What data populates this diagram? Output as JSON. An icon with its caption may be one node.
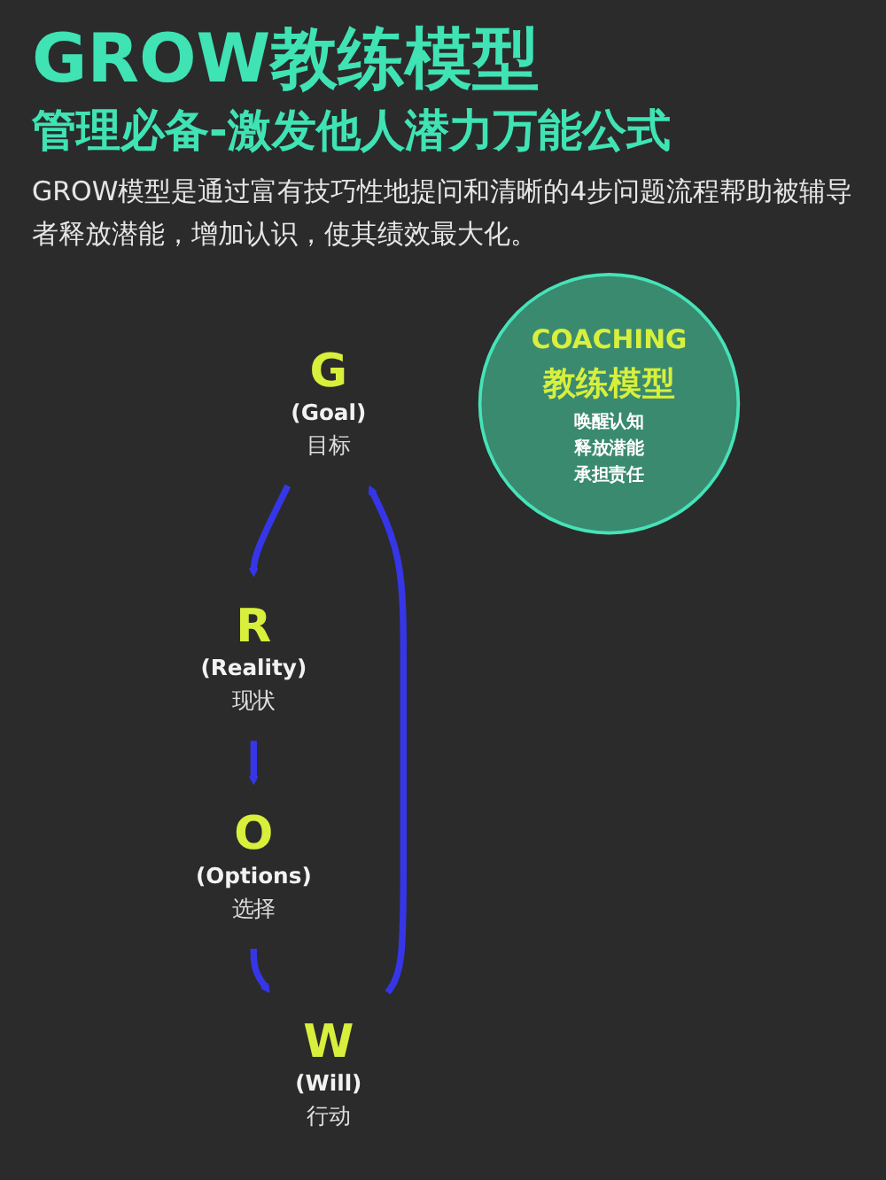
{
  "diagram": {
    "title": "GROW教练模型",
    "nodes": [
      {
        "text": [
          "G",
          "(Goal)",
          "目标"
        ]
      },
      {
        "text": [
          "COACHING",
          "教练模型",
          "唤醒认知",
          "释放潜能",
          "承担责任"
        ]
      },
      {
        "text": [
          "W",
          "(Will)",
          "行动"
        ]
      },
      {
        "text": [
          "R",
          "(Reality)",
          "现状"
        ]
      },
      {
        "text": [
          "O",
          "(Options)",
          "选择"
        ]
      }
    ],
    "edges": [
      {
        "from": 0,
        "to": 3,
        "arrow": "to"
      },
      {
        "from": 3,
        "to": 4,
        "arrow": "to"
      },
      {
        "from": 4,
        "to": 2,
        "arrow": "to"
      },
      {
        "from": 2,
        "to": 0,
        "arrow": "to"
      }
    ],
    "labels": [
      "管理必备-激发他人潜力万能公式",
      "GROW模型是通过富有技巧性地提问和清晰的4步问题流程帮助被辅导者释放潜能，增加认识，使其绩效最大化。"
    ]
  }
}
